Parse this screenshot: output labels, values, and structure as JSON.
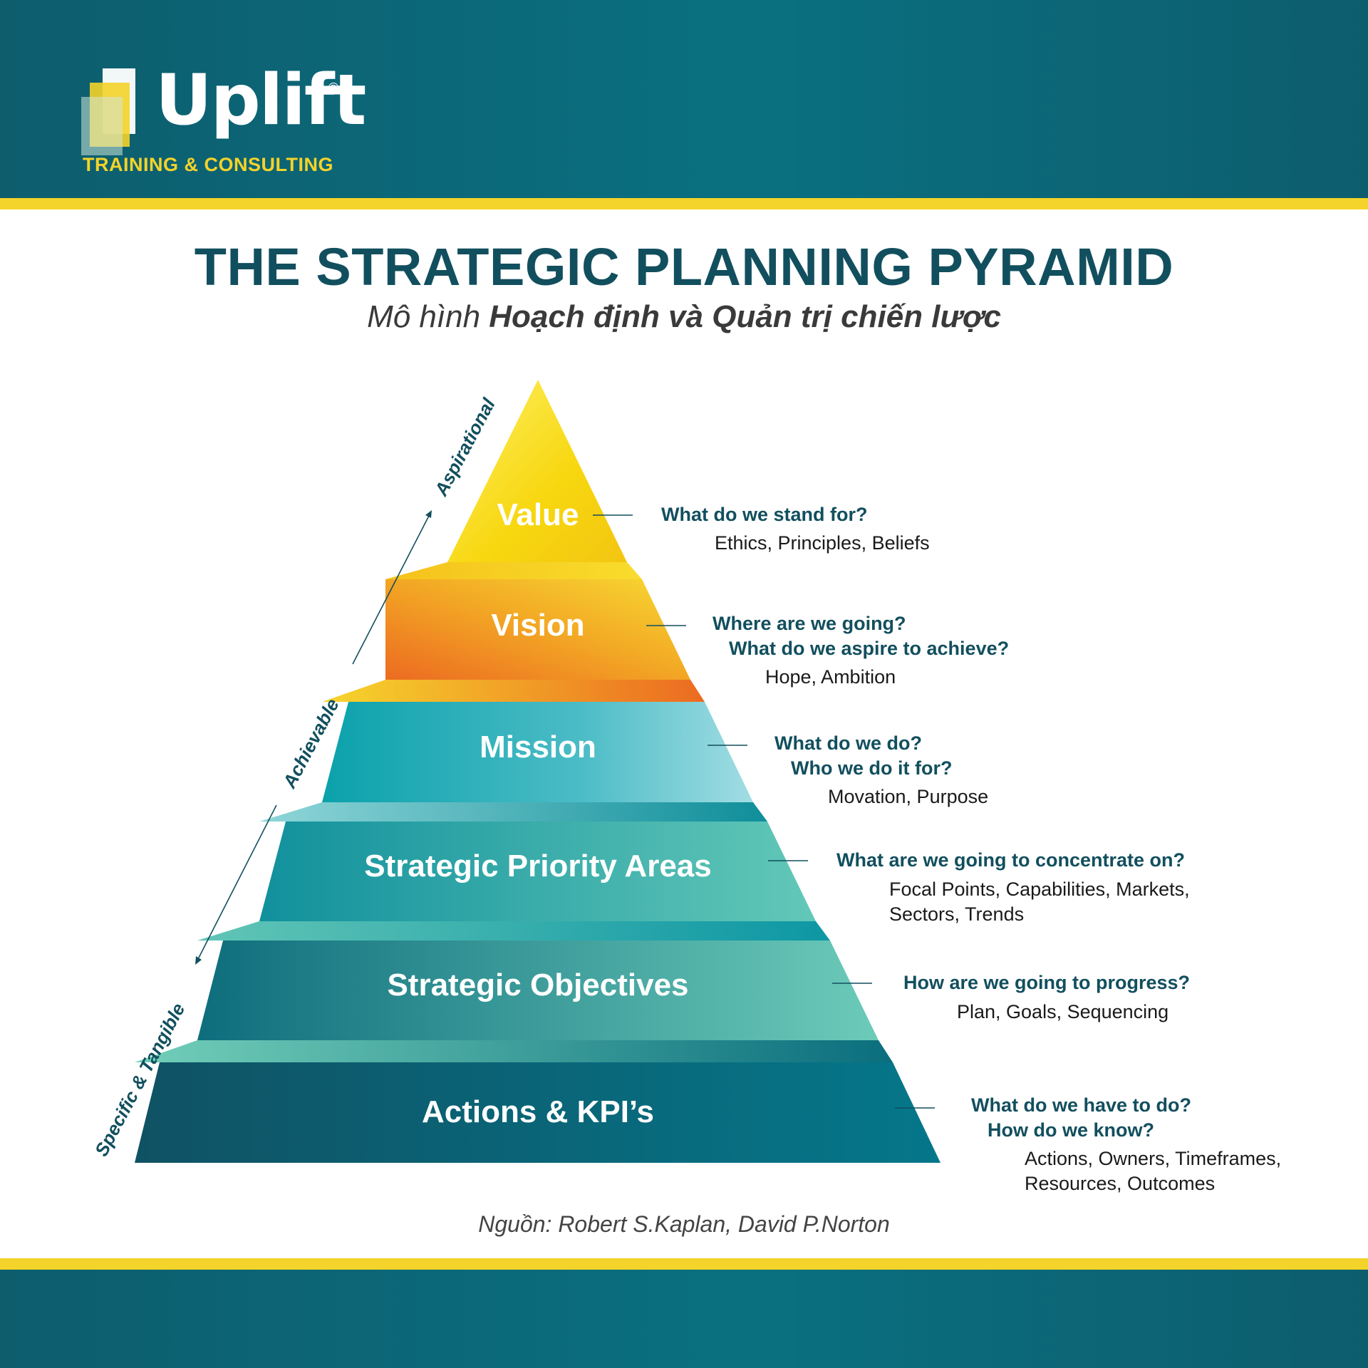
{
  "brand": {
    "name": "Uplift",
    "registered": "®",
    "tagline": "TRAINING & CONSULTING"
  },
  "title": "THE STRATEGIC PLANNING PYRAMID",
  "subtitle": {
    "prefix": "Mô hình",
    "emphasis": "Hoạch định và Quản trị chiến lược"
  },
  "sides": {
    "top": "Aspirational",
    "middle": "Achievable",
    "bottom": "Specific & Tangible"
  },
  "levels": [
    {
      "name": "Value",
      "questions": [
        "What do we stand for?"
      ],
      "answers": [
        "Ethics, Principles, Beliefs"
      ]
    },
    {
      "name": "Vision",
      "questions": [
        "Where are we going?",
        "What do we aspire to achieve?"
      ],
      "answers": [
        "Hope, Ambition"
      ]
    },
    {
      "name": "Mission",
      "questions": [
        "What do we do?",
        "Who we do it for?"
      ],
      "answers": [
        "Movation, Purpose"
      ]
    },
    {
      "name": "Strategic Priority Areas",
      "questions": [
        "What are we going to concentrate on?"
      ],
      "answers": [
        "Focal Points, Capabilities, Markets,",
        "Sectors, Trends"
      ]
    },
    {
      "name": "Strategic Objectives",
      "questions": [
        "How are we going to progress?"
      ],
      "answers": [
        "Plan, Goals, Sequencing"
      ]
    },
    {
      "name": "Actions & KPI’s",
      "questions": [
        "What do we have to do?",
        "How do we know?"
      ],
      "answers": [
        "Actions, Owners, Timeframes,",
        "Resources, Outcomes"
      ]
    }
  ],
  "colors": {
    "teal_dark": "#124f5e",
    "header": "#0a6a7a",
    "yellow": "#f4d32a",
    "orange": "#ef7b22"
  },
  "source": "Nguồn: Robert S.Kaplan, David P.Norton"
}
